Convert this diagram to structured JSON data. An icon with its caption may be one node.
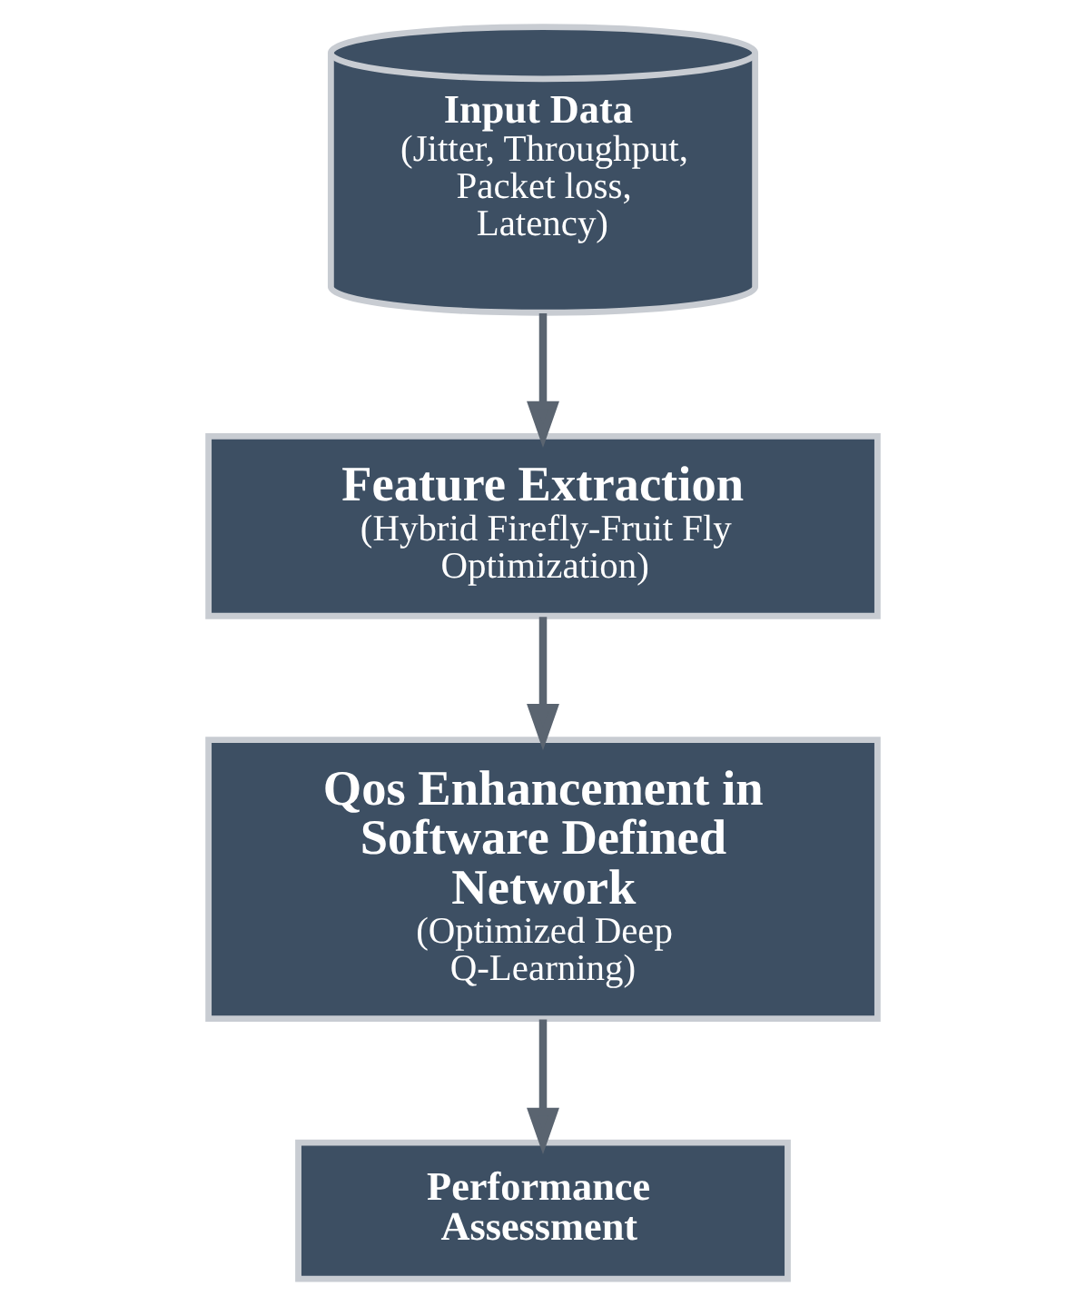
{
  "diagram": {
    "nodes": [
      {
        "text": [
          "Input Data",
          "(Jitter, Throughput, Packet loss, Latency)"
        ]
      },
      {
        "text": [
          "Feature Extraction",
          "(Hybrid Firefly-Fruit Fly Optimization)"
        ]
      },
      {
        "text": [
          "Qos Enhancement in Software Defined Network",
          "(Optimized Deep Q-Learning)"
        ]
      },
      {
        "text": [
          "Performance Assessment"
        ]
      }
    ],
    "edges": [
      {
        "from": 0,
        "to": 1,
        "arrow": "to"
      },
      {
        "from": 1,
        "to": 2,
        "arrow": "to"
      },
      {
        "from": 2,
        "to": 3,
        "arrow": "to"
      }
    ]
  }
}
